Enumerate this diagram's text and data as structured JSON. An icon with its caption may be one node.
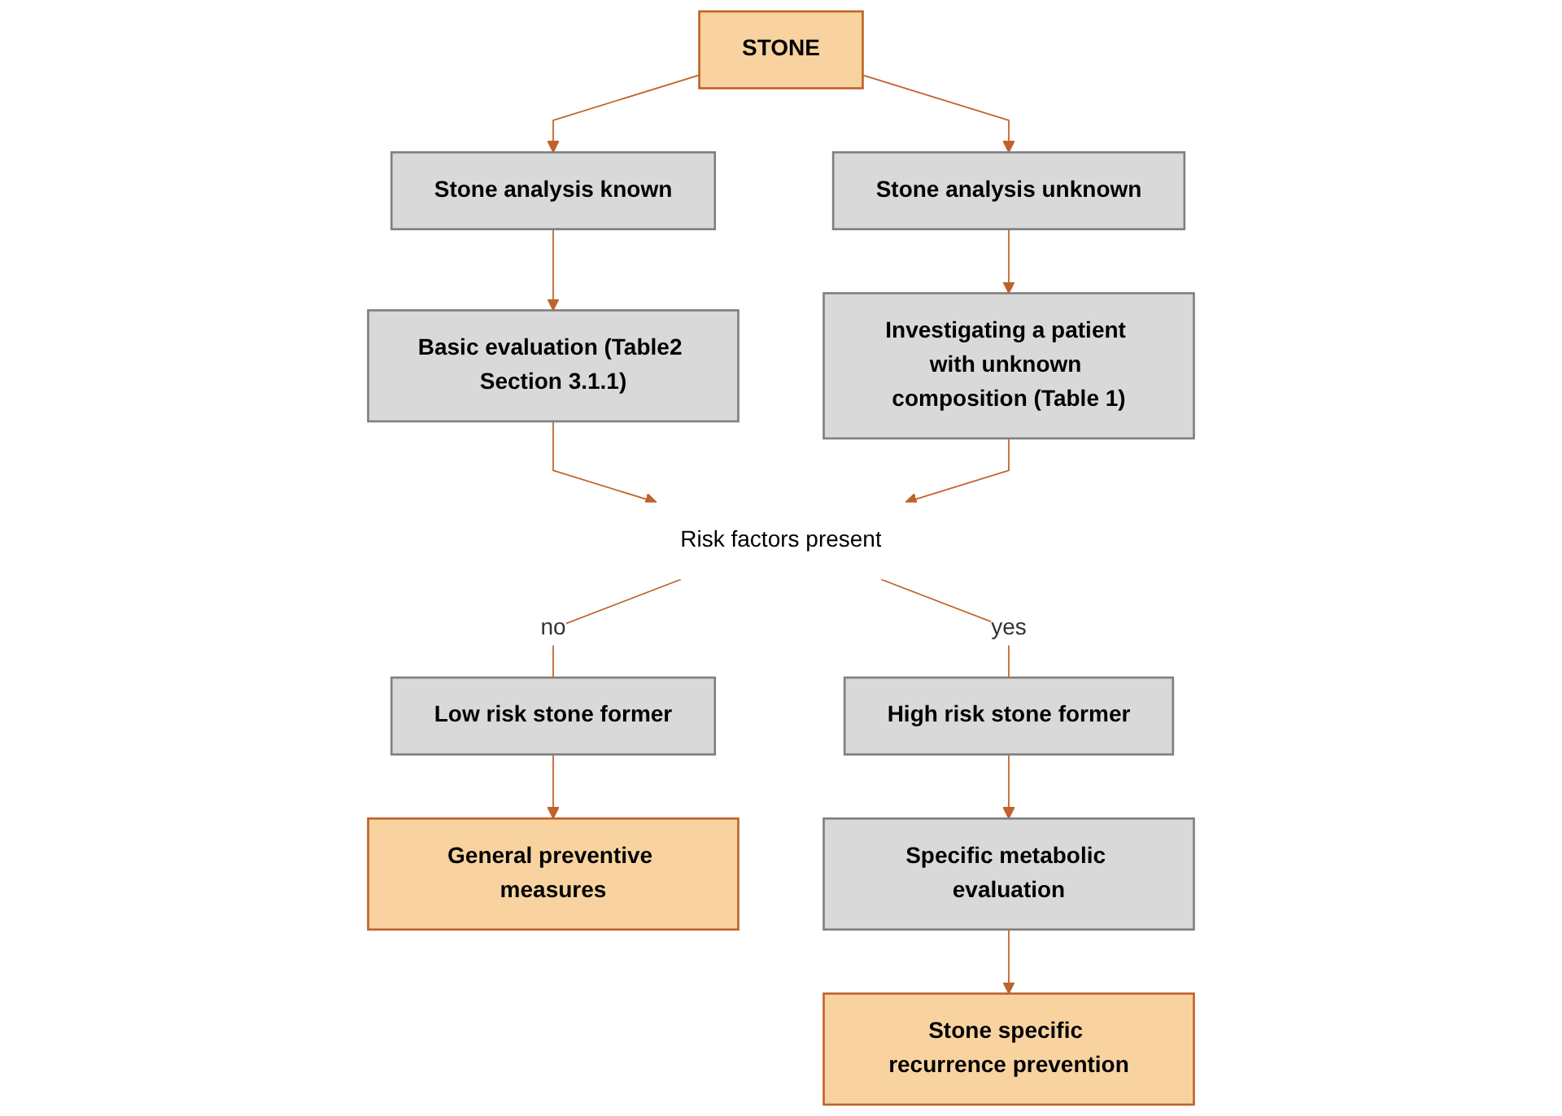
{
  "diagram": {
    "nodes": [
      {
        "text": [
          "STONE"
        ]
      },
      {
        "text": [
          "Stone analysis known"
        ]
      },
      {
        "text": [
          "Stone analysis unknown"
        ]
      },
      {
        "text": [
          "Basic evaluation (Table2 Section 3.1.1)"
        ]
      },
      {
        "text": [
          "Investigating a patient with unknown composition (Table 1)"
        ]
      },
      {
        "text": [
          "Low risk stone former"
        ]
      },
      {
        "text": [
          "Risk factors present"
        ]
      },
      {
        "text": [
          "High risk stone former"
        ]
      },
      {
        "text": [
          "Specific metabolic evaluation"
        ]
      },
      {
        "text": [
          "General preventive measures"
        ]
      },
      {
        "text": [
          "Stone specific recurrence prevention"
        ]
      }
    ],
    "edges": [
      {
        "from": 0,
        "to": 1,
        "arrow": "to"
      },
      {
        "from": 0,
        "to": 2,
        "arrow": "to"
      },
      {
        "from": 1,
        "to": 3,
        "arrow": "to"
      },
      {
        "from": 2,
        "to": 4,
        "arrow": "to"
      },
      {
        "from": 3,
        "to": 6,
        "arrow": "to"
      },
      {
        "from": 4,
        "to": 6,
        "arrow": "to"
      },
      {
        "from": 6,
        "to": 5,
        "arrow": "none",
        "label": "no"
      },
      {
        "from": 6,
        "to": 7,
        "arrow": "none",
        "label": "yes"
      },
      {
        "from": 5,
        "to": 9,
        "arrow": "to"
      },
      {
        "from": 7,
        "to": 8,
        "arrow": "to"
      },
      {
        "from": 8,
        "to": 10,
        "arrow": "to"
      }
    ]
  }
}
